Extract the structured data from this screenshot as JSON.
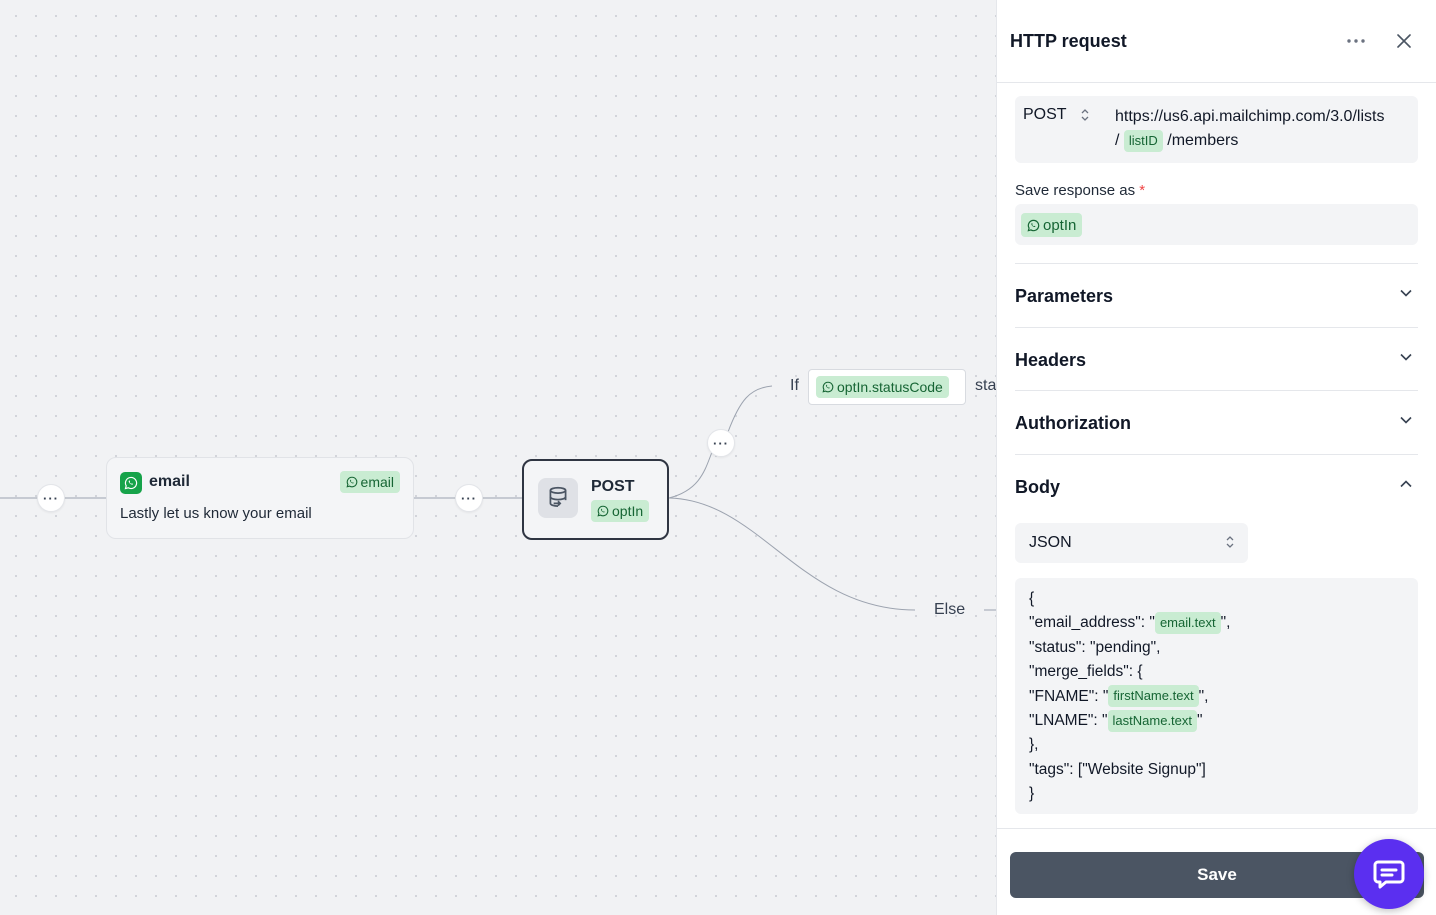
{
  "canvas": {
    "email_node": {
      "title": "email",
      "tag": "email",
      "message": "Lastly let us know your email"
    },
    "post_node": {
      "title": "POST",
      "tag": "optIn"
    },
    "condition": {
      "if_label": "If",
      "variable": "optIn.statusCode",
      "operator_partial": "sta",
      "else_label": "Else"
    },
    "dots": "···"
  },
  "panel": {
    "title": "HTTP request",
    "request": {
      "method": "POST",
      "url_part1": "https://us6.api.mailchimp.com/3.0/lists",
      "url_slash": "/",
      "url_var": "listID",
      "url_part2": "/members"
    },
    "save_response": {
      "label": "Save response as",
      "required_mark": "*",
      "value": "optIn"
    },
    "sections": {
      "parameters": "Parameters",
      "headers": "Headers",
      "authorization": "Authorization",
      "body": "Body"
    },
    "body": {
      "type": "JSON",
      "lines": {
        "l1": "{",
        "l2_pre": "\"email_address\": \"",
        "l2_var": "email.text",
        "l2_post": "\",",
        "l3": "\"status\": \"pending\",",
        "l4": "\"merge_fields\": {",
        "l5_pre": "\"FNAME\": \"",
        "l5_var": "firstName.text",
        "l5_post": "\",",
        "l6_pre": "\"LNAME\": \"",
        "l6_var": "lastName.text",
        "l6_post": "\"",
        "l7": "},",
        "l8": "\"tags\": [\"Website Signup\"]",
        "l9": "}"
      }
    },
    "save_button": "Save"
  },
  "icons": {
    "whatsapp": "whatsapp-icon",
    "database": "database-icon",
    "chat": "chat-icon"
  },
  "colors": {
    "tag_bg": "#c9ecd2",
    "tag_text": "#166534",
    "whatsapp_green": "#16a34a",
    "save_button": "#4b5563",
    "chat_bubble": "#5b2ff0",
    "required": "#ef4444"
  }
}
